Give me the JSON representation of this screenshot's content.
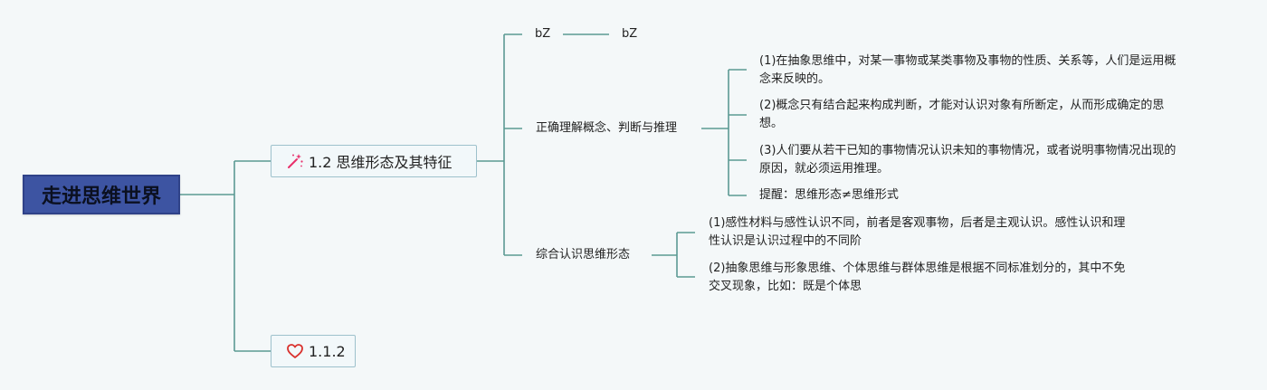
{
  "root": {
    "label": "走进思维世界"
  },
  "branch1": {
    "label": "1.2 思维形态及其特征",
    "icon": "magic-wand-icon",
    "children": {
      "bz": {
        "label": "bZ",
        "child": "bZ"
      },
      "concept": {
        "label": "正确理解概念、判断与推理",
        "leaves": [
          {
            "line1": "(1)在抽象思维中，对某一事物或某类事物及事物的性质、关系等，人们是运用概",
            "line2": "念来反映的。"
          },
          {
            "line1": "(2)概念只有结合起来构成判断，才能对认识对象有所断定，从而形成确定的思",
            "line2": "想。"
          },
          {
            "line1": "(3)人们要从若干已知的事物情况认识未知的事物情况，或者说明事物情况出现的",
            "line2": "原因，就必须运用推理。"
          },
          {
            "line1": "提醒：思维形态≠思维形式",
            "line2": ""
          }
        ]
      },
      "comprehensive": {
        "label": "综合认识思维形态",
        "leaves": [
          {
            "line1": "(1)感性材料与感性认识不同，前者是客观事物，后者是主观认识。感性认识和理",
            "line2": "性认识是认识过程中的不同阶"
          },
          {
            "line1": "(2)抽象思维与形象思维、个体思维与群体思维是根据不同标准划分的，其中不免",
            "line2": "交叉现象，比如：既是个体思"
          }
        ]
      }
    }
  },
  "branch2": {
    "label": "1.1.2",
    "icon": "heart-icon"
  },
  "colors": {
    "line": "#5b9a93",
    "root_bg": "#3d54a2",
    "box_border": "#9dc1cc",
    "wand": "#e8306b",
    "heart": "#d9322e"
  }
}
